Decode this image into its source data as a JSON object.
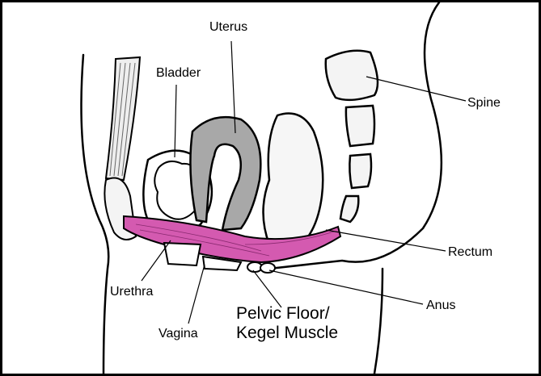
{
  "labels": {
    "uterus": "Uterus",
    "bladder": "Bladder",
    "spine": "Spine",
    "rectum": "Rectum",
    "urethra": "Urethra",
    "anus": "Anus",
    "vagina": "Vagina",
    "pelvic_floor_line1": "Pelvic Floor/",
    "pelvic_floor_line2": "Kegel Muscle"
  },
  "colors": {
    "muscle": "#d45ab0",
    "uterus": "#a8a8a8",
    "outline": "#000000"
  }
}
